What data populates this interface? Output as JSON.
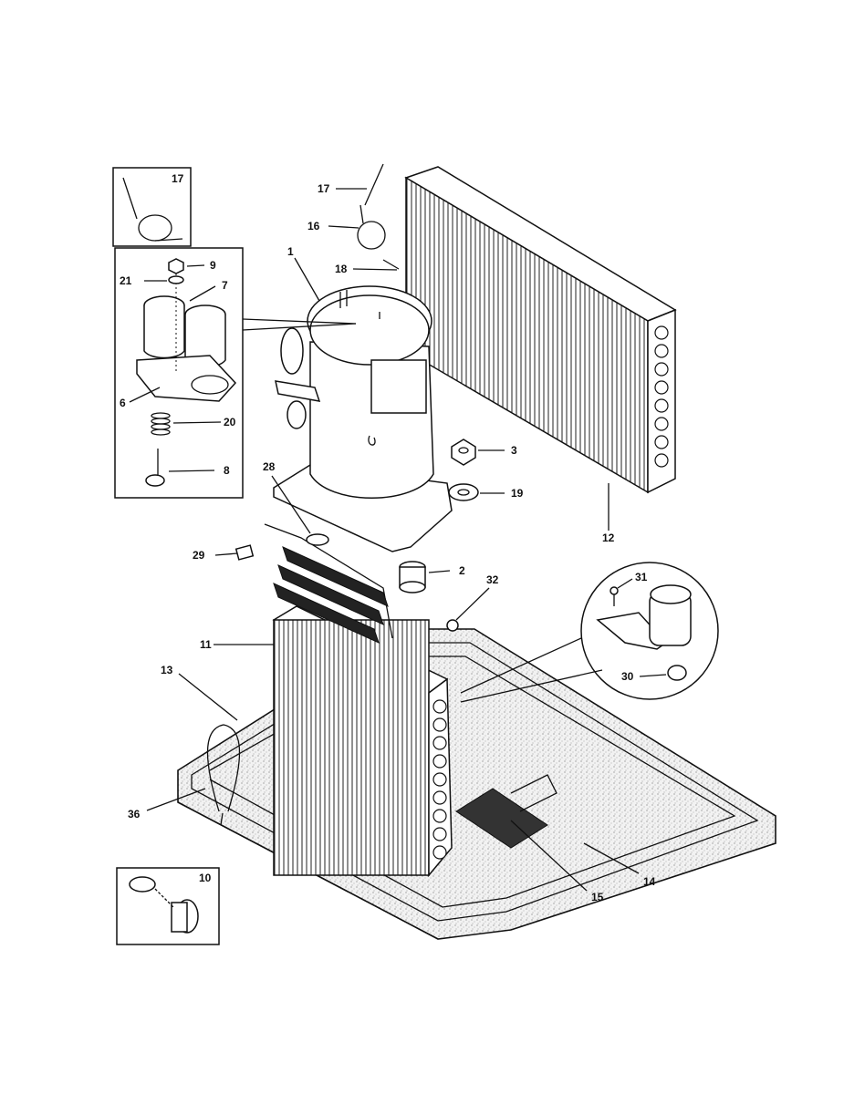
{
  "callouts": {
    "c1": "1",
    "c2": "2",
    "c3": "3",
    "c6": "6",
    "c7": "7",
    "c8": "8",
    "c9": "9",
    "c10": "10",
    "c11": "11",
    "c12": "12",
    "c13": "13",
    "c14": "14",
    "c15": "15",
    "c16": "16",
    "c17": "17",
    "c17_inset": "17",
    "c18": "18",
    "c19": "19",
    "c20": "20",
    "c21": "21",
    "c28": "28",
    "c29": "29",
    "c30": "30",
    "c31": "31",
    "c32": "32",
    "c36": "36"
  }
}
